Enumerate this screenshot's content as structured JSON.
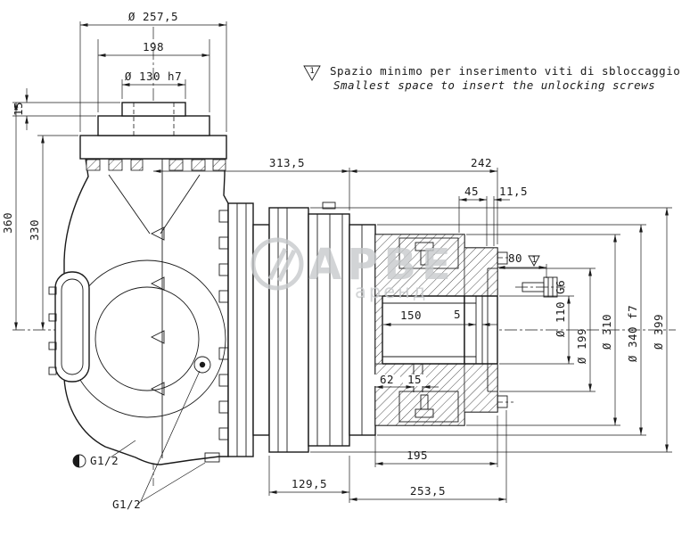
{
  "drawing": {
    "note": {
      "flag": "1",
      "line_it": "Spazio minimo per inserimento viti di sbloccaggio",
      "line_en": "Smallest space to insert the unlocking screws"
    },
    "watermark": {
      "main": "АРВЕ",
      "sub": "аренд"
    },
    "dims": {
      "d257": "Ø 257,5",
      "d198": "198",
      "d130": "Ø 130 h7",
      "d15_top": "15",
      "d360": "360",
      "d330": "330",
      "d313": "313,5",
      "d242": "242",
      "d45": "45",
      "d11_5": "11,5",
      "d80": "80",
      "d80_flag": "1",
      "d150": "150",
      "d5": "5",
      "d110": "Ø 110 G6",
      "d199": "Ø 199",
      "d310": "Ø 310",
      "d340": "Ø 340 f7",
      "d399": "Ø 399",
      "d62": "62",
      "d15_bore": "15",
      "d195": "195",
      "d129_5": "129,5",
      "d253_5": "253,5"
    },
    "ports": {
      "g12_a": "G1/2",
      "g12_b": "G1/2"
    }
  }
}
